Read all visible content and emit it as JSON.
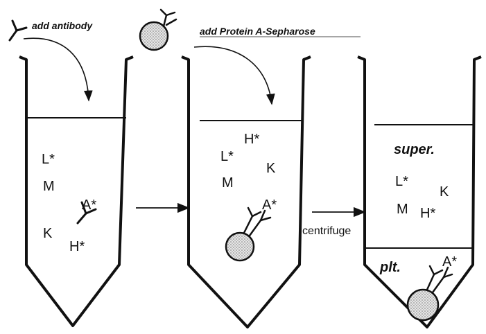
{
  "step1": {
    "instruction": "add antibody",
    "labels": {
      "L": "L*",
      "M": "M",
      "K": "K",
      "H": "H*",
      "A": "A*"
    }
  },
  "step2": {
    "instruction": "add Protein A-Sepharose",
    "labels": {
      "H": "H*",
      "L": "L*",
      "K": "K",
      "M": "M",
      "A": "A*"
    }
  },
  "step3": {
    "supernatant_label": "super.",
    "pellet_label": "plt.",
    "labels": {
      "L": "L*",
      "K": "K",
      "M": "M",
      "H": "H*",
      "A": "A*"
    }
  },
  "arrows": {
    "arrow1_label": "",
    "arrow2_label": "centrifuge"
  }
}
